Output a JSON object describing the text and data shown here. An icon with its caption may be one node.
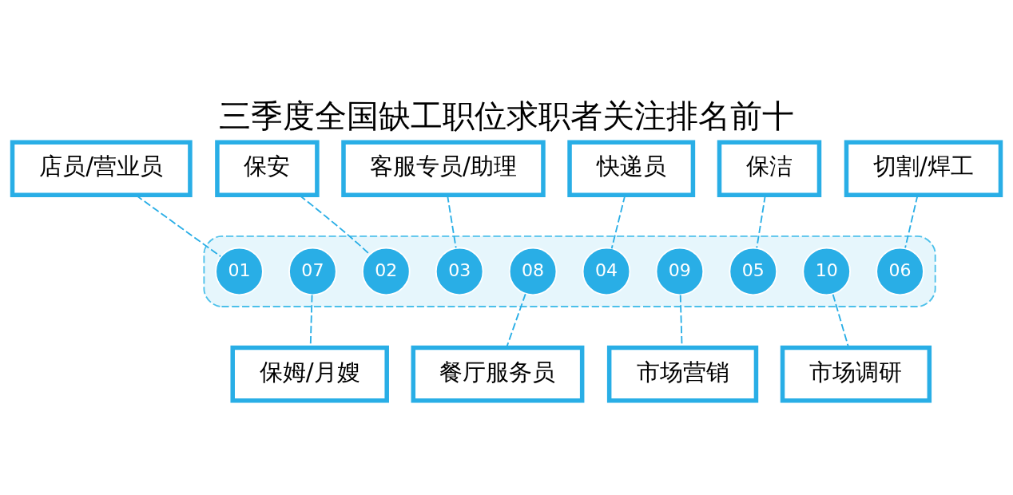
{
  "diagram": {
    "title": "三季度全国缺工职位求职者关注排名前十",
    "nodes": [
      {
        "text": [],
        "shape": "bar"
      },
      {
        "text": [
          "01"
        ],
        "in": 0
      },
      {
        "text": [
          "02"
        ],
        "in": 0
      },
      {
        "text": [
          "03"
        ],
        "in": 0
      },
      {
        "text": [
          "04"
        ],
        "in": 0
      },
      {
        "text": [
          "05"
        ],
        "in": 0
      },
      {
        "text": [
          "06"
        ],
        "in": 0
      },
      {
        "text": [
          "07"
        ],
        "in": 0
      },
      {
        "text": [
          "08"
        ],
        "in": 0
      },
      {
        "text": [
          "09"
        ],
        "in": 0
      },
      {
        "text": [
          "10"
        ],
        "in": 0
      },
      {
        "text": [
          "店员/营业员"
        ]
      },
      {
        "text": [
          "保安"
        ]
      },
      {
        "text": [
          "客服专员/助理"
        ]
      },
      {
        "text": [
          "快递员"
        ]
      },
      {
        "text": [
          "保洁"
        ]
      },
      {
        "text": [
          "切割/焊工"
        ]
      },
      {
        "text": [
          "保姆/月嫂"
        ]
      },
      {
        "text": [
          "餐厅服务员"
        ]
      },
      {
        "text": [
          "市场营销"
        ]
      },
      {
        "text": [
          "市场调研"
        ]
      }
    ],
    "edges": [
      {
        "from": 11,
        "to": 1,
        "arrow": "none",
        "style": "dashed"
      },
      {
        "from": 12,
        "to": 2,
        "arrow": "none",
        "style": "dashed"
      },
      {
        "from": 13,
        "to": 3,
        "arrow": "none",
        "style": "dashed"
      },
      {
        "from": 14,
        "to": 4,
        "arrow": "none",
        "style": "dashed"
      },
      {
        "from": 15,
        "to": 5,
        "arrow": "none",
        "style": "dashed"
      },
      {
        "from": 16,
        "to": 6,
        "arrow": "none",
        "style": "dashed"
      },
      {
        "from": 7,
        "to": 17,
        "arrow": "none",
        "style": "dashed"
      },
      {
        "from": 8,
        "to": 18,
        "arrow": "none",
        "style": "dashed"
      },
      {
        "from": 9,
        "to": 19,
        "arrow": "none",
        "style": "dashed"
      },
      {
        "from": 10,
        "to": 20,
        "arrow": "none",
        "style": "dashed"
      }
    ]
  }
}
